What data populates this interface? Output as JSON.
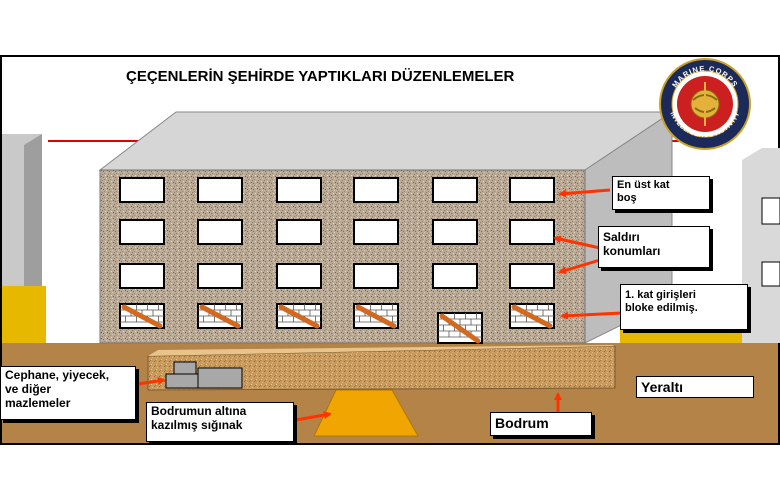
{
  "title": "ÇEÇENLERİN ŞEHİRDE YAPTIKLARI DÜZENLEMELER",
  "emblem": {
    "top_text": "MARINE CORPS",
    "bottom_text": "INTELLIGENCE ACTIVITY"
  },
  "labels": {
    "top_floor": [
      "En üst kat",
      "boş"
    ],
    "firing_positions": [
      "Saldırı",
      "konumları"
    ],
    "blocked_entrances": [
      "1. kat girişleri",
      "bloke edilmiş."
    ],
    "supplies": [
      "Cephane, yiyecek,",
      "ve diğer",
      "mazlemeler"
    ],
    "shelter": [
      "Bodrumun altına",
      "kazılmış sığınak"
    ],
    "basement": "Bodrum",
    "underground": "Yeraltı"
  },
  "colors": {
    "ground": "#b48348",
    "facade": "#b9a995",
    "roof": "#d6d6d6",
    "side_wall": "#bdbdbd",
    "shelter": "#f0a500",
    "yellow_strip": "#e6b800",
    "arrow": "#ff3300",
    "bar": "#d2691e",
    "accent_line": "#e00000"
  }
}
